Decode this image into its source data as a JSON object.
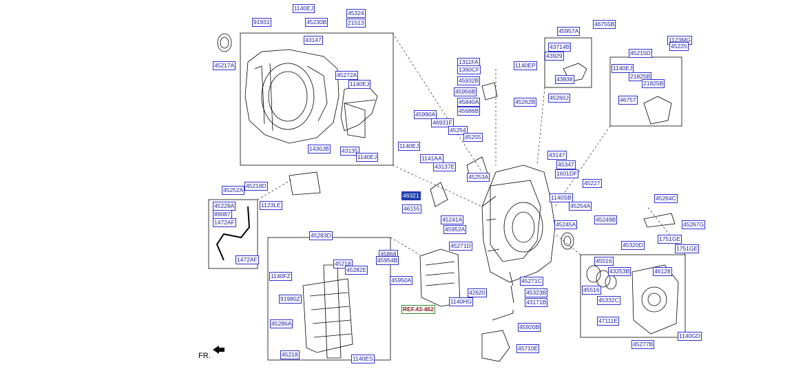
{
  "labels": {
    "l1140ej_a": "1140EJ",
    "l45324": "45324",
    "l91931": "91931",
    "l21513": "21513",
    "l45230b": "45230B",
    "l43147_a": "43147",
    "l45217a": "45217A",
    "l45272a": "45272A",
    "l1140ej_b": "1140EJ",
    "l1430jb": "1430JB",
    "l43135": "43135",
    "l1140ej_c": "1140EJ",
    "l1311fa": "1311FA",
    "l1360cf": "1360CF",
    "l1140ep": "1140EP",
    "l45932b": "45932B",
    "l45956b": "45956B",
    "l45840a": "45840A",
    "l45686b": "45686B",
    "l45957a": "45957A",
    "l46755b": "46755B",
    "l43714b": "43714B",
    "l43929": "43929",
    "l43838": "43838",
    "l45260j": "45260J",
    "l45262b": "45262B",
    "l1123mg": "1123MG",
    "l45225": "45225",
    "l45215d": "45215D",
    "l1140ej_d": "1140EJ",
    "l21825b_a": "21825B",
    "l21825b_b": "21825B",
    "l46757": "46757",
    "l45990a": "45990A",
    "l46931f": "46931F",
    "l45254": "45254",
    "l45255": "45255",
    "l1140ej_e": "1140EJ",
    "l1141aa": "1141AA",
    "l43137e": "43137E",
    "l45253a": "45253A",
    "l43147_b": "43147",
    "l45347": "45347",
    "l1601df": "1601DF",
    "l45227": "45227",
    "l46321": "46321",
    "l46155": "46155",
    "l1140sb": "1140SB",
    "l45254a": "45254A",
    "l45241a": "45241A",
    "l45952a": "45952A",
    "l45245a": "45245A",
    "l45249b": "45249B",
    "l45264c": "45264C",
    "l45267g": "45267G",
    "l1751ge_a": "1751GE",
    "l1751ge_b": "1751GE",
    "l45218d": "45218D",
    "l45252a": "45252A",
    "l45228a": "45228A",
    "l89087": "89087",
    "l1472af_a": "1472AF",
    "l1123le": "1123LE",
    "l1472af_b": "1472AF",
    "l45283d": "45283D",
    "l45218_a": "45218",
    "l45282e": "45282E",
    "l1140fz": "1140FZ",
    "l91980z": "91980Z",
    "l45286a": "45286A",
    "l45218_b": "45218",
    "l1140es": "1140ES",
    "l45868": "45868",
    "l45954b": "45954B",
    "l45950a": "45950A",
    "l45271d": "45271D",
    "l42620": "42620",
    "l1140hg": "1140HG",
    "lref": "REF.43-462",
    "l45271c": "45271C",
    "l45323b": "45323B",
    "l43171b": "43171B",
    "l45920b": "45920B",
    "l45710e": "45710E",
    "l45320d": "45320D",
    "l45516_a": "45516",
    "l43253b": "43253B",
    "l46128": "46128",
    "l45516_b": "45516",
    "l45332c": "45332C",
    "l47111e": "47111E",
    "l45277b": "45277B",
    "l1140gd": "1140GD"
  },
  "footer": {
    "front_marker": "FR."
  }
}
